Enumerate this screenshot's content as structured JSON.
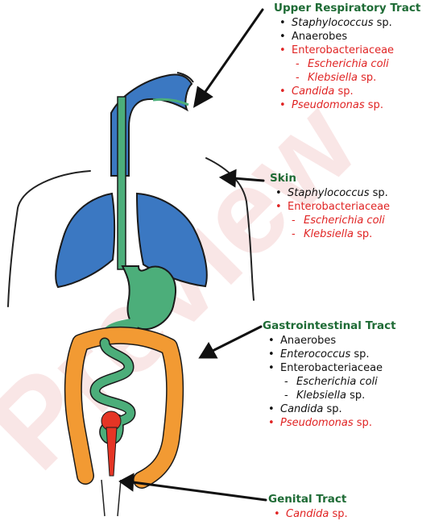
{
  "colors": {
    "heading": "#1e6b35",
    "text": "#111111",
    "highlight": "#e02424",
    "airway": "#3b78c2",
    "gut": "#4cae7a",
    "colon": "#f29a33",
    "rectum": "#e53525",
    "watermark": "#f7dede"
  },
  "watermark": "Preview",
  "sections": {
    "upper_respiratory": {
      "title": "Upper Respiratory Tract",
      "items": [
        {
          "name": "Staphylococcus",
          "suffix": " sp.",
          "italic": true,
          "red": false,
          "level": 1
        },
        {
          "name": "Anaerobes",
          "suffix": "",
          "italic": false,
          "red": false,
          "level": 1
        },
        {
          "name": "Enterobacteriaceae",
          "suffix": "",
          "italic": false,
          "red": true,
          "level": 1
        },
        {
          "name": "Escherichia coli",
          "suffix": "",
          "italic": true,
          "red": true,
          "level": 2
        },
        {
          "name": "Klebsiella",
          "suffix": " sp.",
          "italic": true,
          "red": true,
          "level": 2
        },
        {
          "name": "Candida",
          "suffix": " sp.",
          "italic": true,
          "red": true,
          "level": 1
        },
        {
          "name": "Pseudomonas",
          "suffix": " sp.",
          "italic": true,
          "red": true,
          "level": 1
        }
      ]
    },
    "skin": {
      "title": "Skin",
      "items": [
        {
          "name": "Staphylococcus",
          "suffix": " sp.",
          "italic": true,
          "red": false,
          "level": 1
        },
        {
          "name": "Enterobacteriaceae",
          "suffix": "",
          "italic": false,
          "red": true,
          "level": 1
        },
        {
          "name": "Escherichia coli",
          "suffix": "",
          "italic": true,
          "red": true,
          "level": 2
        },
        {
          "name": "Klebsiella",
          "suffix": " sp.",
          "italic": true,
          "red": true,
          "level": 2
        }
      ]
    },
    "gastrointestinal": {
      "title": "Gastrointestinal Tract",
      "items": [
        {
          "name": "Anaerobes",
          "suffix": "",
          "italic": false,
          "red": false,
          "level": 1
        },
        {
          "name": "Enterococcus",
          "suffix": " sp.",
          "italic": true,
          "red": false,
          "level": 1
        },
        {
          "name": "Enterobacteriaceae",
          "suffix": "",
          "italic": false,
          "red": false,
          "level": 1
        },
        {
          "name": "Escherichia coli",
          "suffix": "",
          "italic": true,
          "red": false,
          "level": 2
        },
        {
          "name": "Klebsiella",
          "suffix": " sp.",
          "italic": true,
          "red": false,
          "level": 2
        },
        {
          "name": "Candida",
          "suffix": " sp.",
          "italic": true,
          "red": false,
          "level": 1
        },
        {
          "name": "Pseudomonas",
          "suffix": " sp.",
          "italic": true,
          "red": true,
          "level": 1
        }
      ]
    },
    "genital": {
      "title": "Genital Tract",
      "items": [
        {
          "name": "Candida",
          "suffix": " sp.",
          "italic": true,
          "red": true,
          "level": 1
        }
      ]
    }
  }
}
